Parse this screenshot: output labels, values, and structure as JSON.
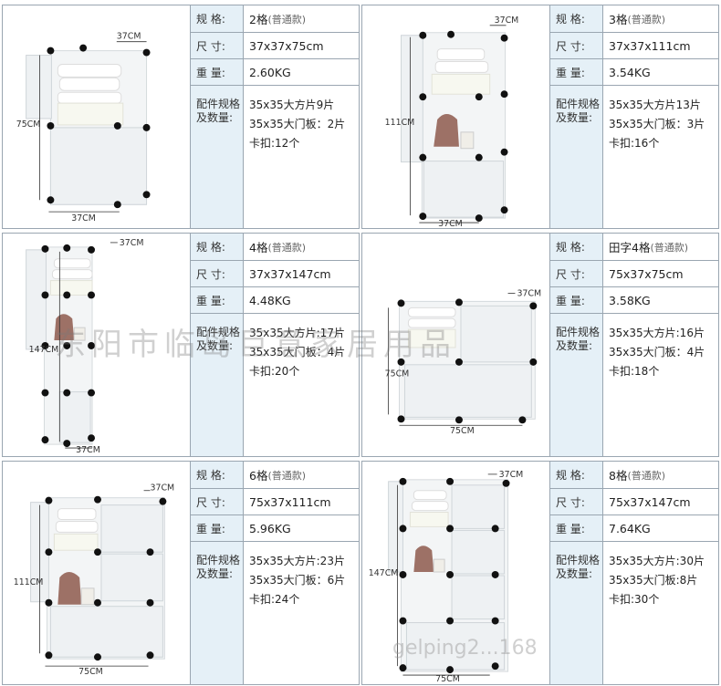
{
  "labels": {
    "spec": "规  格:",
    "size": "尺  寸:",
    "weight": "重  量:",
    "parts": "配件规格及数量:"
  },
  "cards": [
    {
      "spec": "2格",
      "spec_note": "(普通款)",
      "size": "37x37x75cm",
      "weight": "2.60KG",
      "parts": [
        "35x35大方片9片",
        "35x35大门板：2片",
        "卡扣:12个"
      ],
      "dims": {
        "top": "37CM",
        "side": "75CM",
        "bottom": "37CM"
      }
    },
    {
      "spec": "3格",
      "spec_note": "(普通款)",
      "size": "37x37x111cm",
      "weight": "3.54KG",
      "parts": [
        "35x35大方片13片",
        "35x35大门板：3片",
        "卡扣:16个"
      ],
      "dims": {
        "top": "37CM",
        "side": "111CM",
        "bottom": "37CM"
      }
    },
    {
      "spec": "4格",
      "spec_note": "(普通款)",
      "size": "37x37x147cm",
      "weight": "4.48KG",
      "parts": [
        "35x35大方片:17片",
        "35x35大门板：4片",
        "卡扣:20个"
      ],
      "dims": {
        "top": "37CM",
        "side": "147CM",
        "bottom": "37CM"
      }
    },
    {
      "spec": "田字4格",
      "spec_note": "(普通款)",
      "size": "75x37x75cm",
      "weight": "3.58KG",
      "parts": [
        "35x35大方片:16片",
        "35x35大门板：4片",
        "卡扣:18个"
      ],
      "dims": {
        "top": "37CM",
        "side": "75CM",
        "bottom": "75CM"
      }
    },
    {
      "spec": "6格",
      "spec_note": "(普通款)",
      "size": "75x37x111cm",
      "weight": "5.96KG",
      "parts": [
        "35x35大方片:23片",
        "35x35大门板：6片",
        "卡扣:24个"
      ],
      "dims": {
        "top": "37CM",
        "side": "111CM",
        "bottom": "75CM"
      }
    },
    {
      "spec": "8格",
      "spec_note": "(普通款)",
      "size": "75x37x147cm",
      "weight": "7.64KG",
      "parts": [
        "35x35大方片:30片",
        "35x35大门板:8片",
        "卡扣:30个"
      ],
      "dims": {
        "top": "37CM",
        "side": "147CM",
        "bottom": "75CM"
      }
    }
  ],
  "watermark": "东阳市临岛巨意家居用品",
  "watermark_url": "gelping2...168"
}
